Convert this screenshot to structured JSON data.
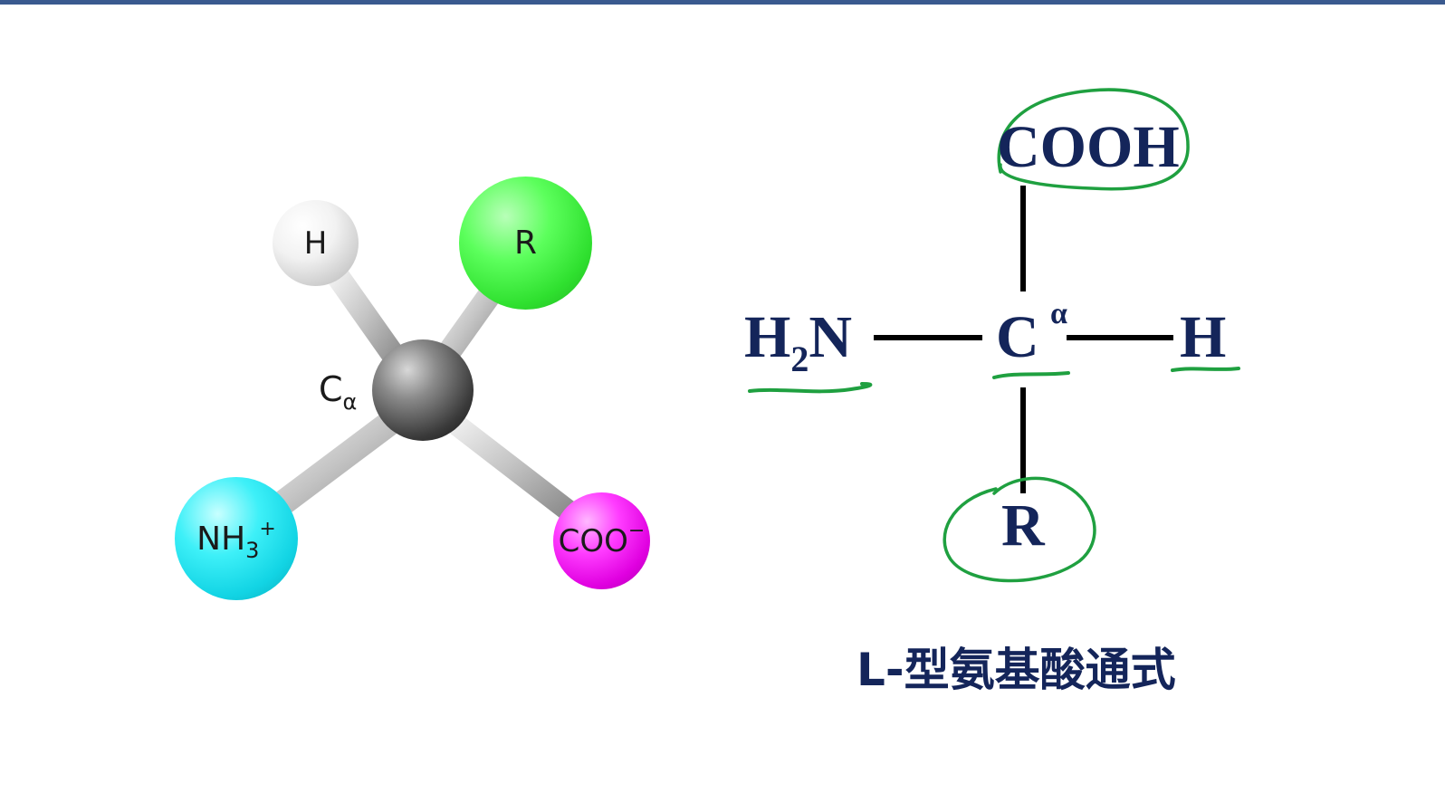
{
  "model": {
    "atom_h": "H",
    "atom_r": "R",
    "atom_n_main": "NH",
    "atom_n_sub": "3",
    "atom_n_sup": "+",
    "atom_coo_main": "COO",
    "atom_coo_sup": "−",
    "calpha_main": "C",
    "calpha_sub": "α"
  },
  "formula": {
    "top": "COOH",
    "left_h": "H",
    "left_sub": "2",
    "left_n": "N",
    "center": "C",
    "center_sup": "α",
    "right": "H",
    "bottom": "R",
    "caption": "L-型氨基酸通式"
  },
  "colors": {
    "top_bar": "#3a5a8f",
    "formula_text": "#14255a",
    "annotation_green": "#1fa040",
    "atom_r": "#3cf03c",
    "atom_n": "#1ad8e8",
    "atom_coo": "#e600e6"
  }
}
